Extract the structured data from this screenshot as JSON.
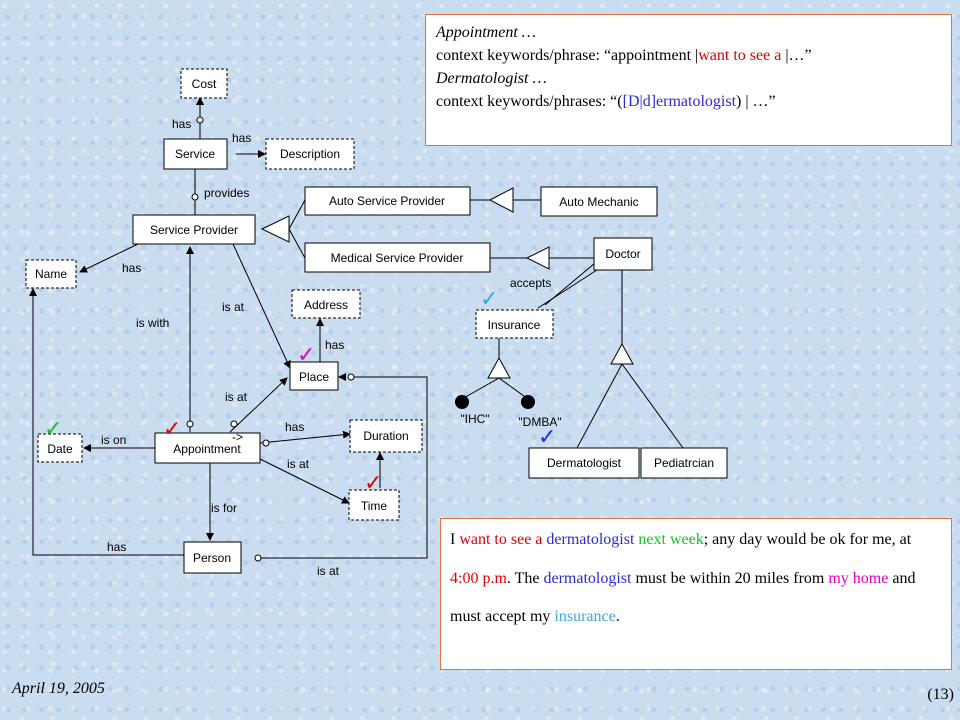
{
  "top_panel": {
    "line1": "Appointment …",
    "line2_prefix": "context keywords/phrase: “appointment |",
    "line2_highlight": "want to see a",
    "line2_suffix": " |…”",
    "line3": "Dermatologist …",
    "line4_prefix": "context keywords/phrases: “(",
    "line4_highlight": "[D|d]ermatologist",
    "line4_suffix": ") | …”"
  },
  "bottom_panel": {
    "t1": "I ",
    "t2": "want to see a",
    "t3": " ",
    "t4": "dermatologist",
    "t5": " ",
    "t6": "next week",
    "t7": "; any day would be ok for me, at ",
    "t8": "4:00 p.m",
    "t9": ". The ",
    "t10": "dermatologist",
    "t11": " must be within 20 miles from ",
    "t12": "my home",
    "t13": " and must accept my ",
    "t14": "insurance",
    "t15": "."
  },
  "diagram": {
    "cost": "Cost",
    "service": "Service",
    "description": "Description",
    "service_provider": "Service Provider",
    "auto_service_provider": "Auto Service Provider",
    "auto_mechanic": "Auto Mechanic",
    "medical_service_provider": "Medical Service Provider",
    "doctor": "Doctor",
    "name": "Name",
    "address": "Address",
    "place": "Place",
    "insurance": "Insurance",
    "ihc": "\"IHC\"",
    "dmba": "\"DMBA\"",
    "date": "Date",
    "appointment": "Appointment",
    "duration": "Duration",
    "time": "Time",
    "dermatologist": "Dermatologist",
    "pediatrician": "Pediatrcian",
    "person": "Person",
    "rel_has_cost": "has",
    "rel_has_desc": "has",
    "rel_provides": "provides",
    "rel_has_name": "has",
    "rel_is_with": "is with",
    "rel_is_at_sp": "is at",
    "rel_has_addr": "has",
    "rel_is_at_appt": "is at",
    "rel_is_on": "is on",
    "rel_has_dur": "has",
    "rel_is_at_time": "is at",
    "rel_is_for": "is for",
    "rel_has_person": "has",
    "rel_is_at_person": "is at",
    "rel_accepts": "accepts",
    "arrow_marker": "->"
  },
  "check_glyph": "✓",
  "colors": {
    "check_red": "#e00000",
    "check_green": "#18c02a",
    "check_magenta": "#e000d0",
    "check_cyan": "#39a8e0",
    "check_blue": "#2b2bcf",
    "panel_border": "#e2733a"
  },
  "footer": {
    "date": "April 19, 2005",
    "page": "(13)"
  }
}
